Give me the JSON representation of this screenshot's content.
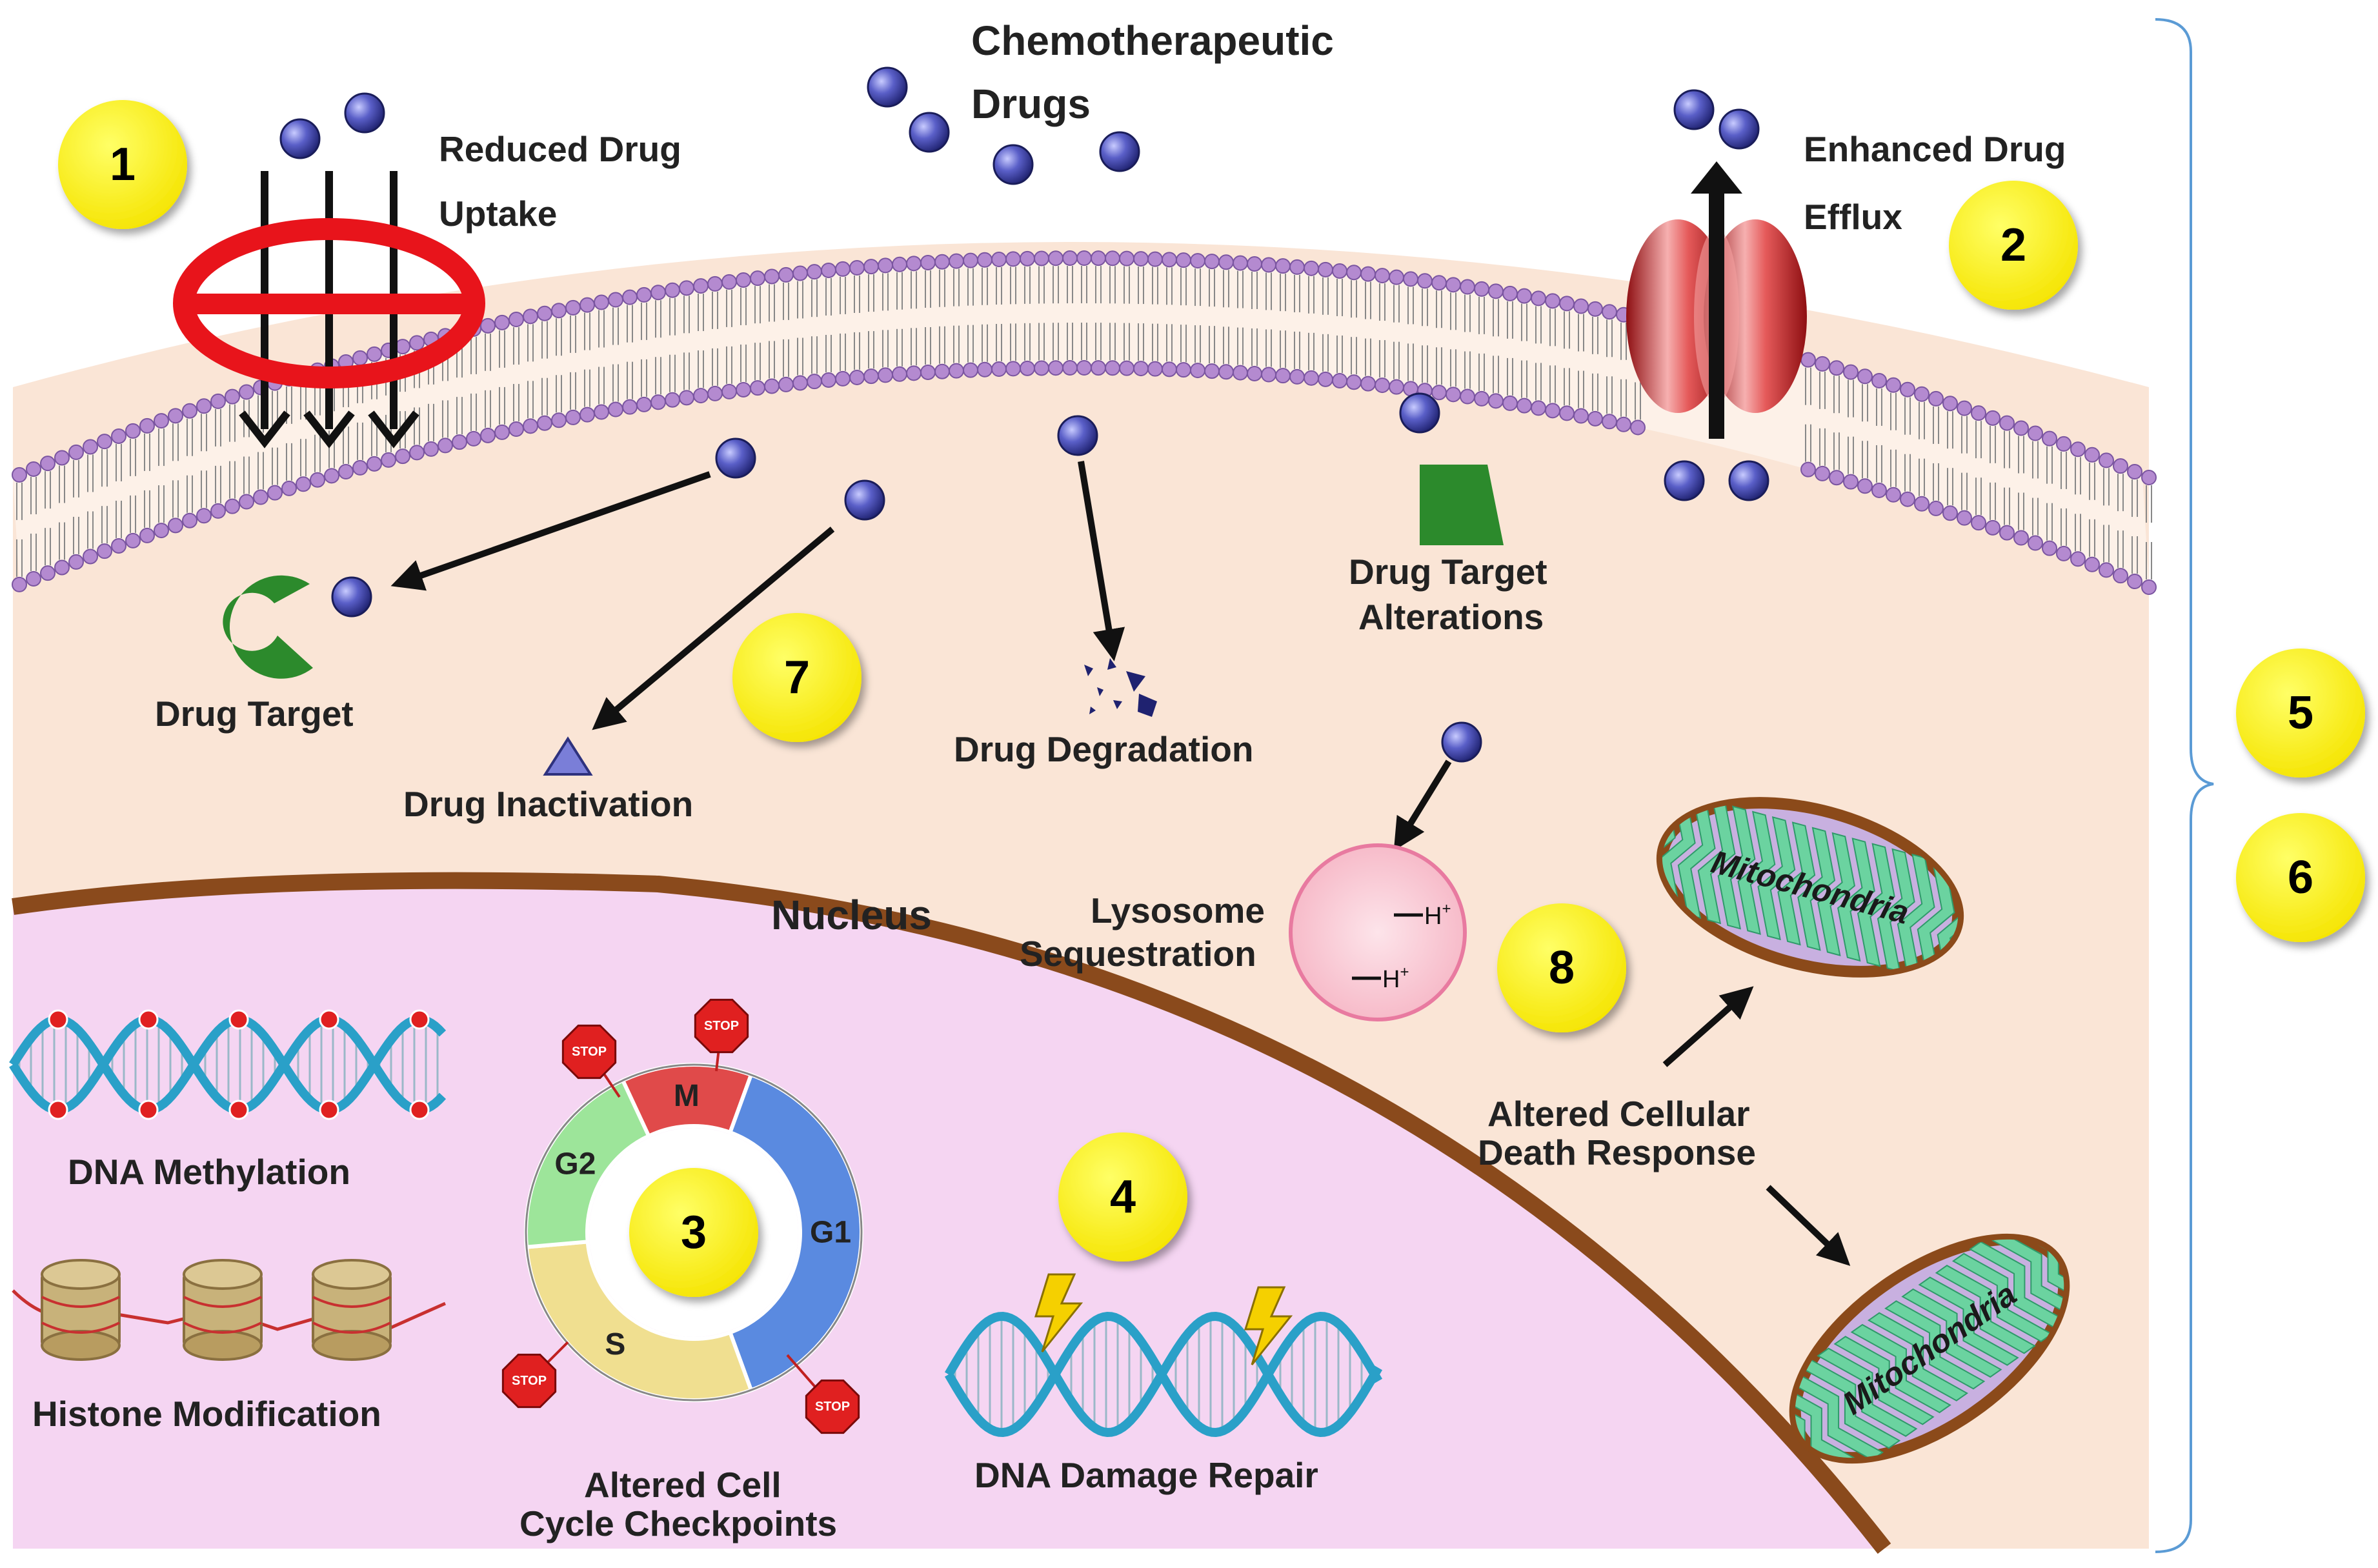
{
  "labels": {
    "chemo_line1": "Chemotherapeutic",
    "chemo_line2": "Drugs",
    "reduced_line1": "Reduced Drug",
    "reduced_line2": "Uptake",
    "enhanced_line1": "Enhanced Drug",
    "enhanced_line2": "Efflux",
    "drug_target": "Drug Target",
    "drug_inactivation": "Drug Inactivation",
    "drug_degradation": "Drug Degradation",
    "target_alt_line1": "Drug Target",
    "target_alt_line2": "Alterations",
    "lysosome_line1": "Lysosome",
    "lysosome_line2": "Sequestration",
    "hplus": "H",
    "hplus_sup": "+",
    "nucleus": "Nucleus",
    "mitochondria": "Mitochondria",
    "death_line1": "Altered Cellular",
    "death_line2": "Death Response",
    "dna_methylation": "DNA Methylation",
    "histone_modification": "Histone Modification",
    "cell_cycle_line1": "Altered Cell",
    "cell_cycle_line2": "Cycle Checkpoints",
    "dna_damage_repair": "DNA Damage Repair",
    "stop": "STOP"
  },
  "cell_cycle_phases": [
    "M",
    "G1",
    "S",
    "G2"
  ],
  "markers": [
    "1",
    "2",
    "3",
    "4",
    "5",
    "6",
    "7",
    "8"
  ],
  "icons": {
    "drug": "drug-molecule-icon",
    "membrane": "lipid-bilayer",
    "transporter": "efflux-pump-icon",
    "blocked_channel": "blocked-channel-icon",
    "lightning": "lightning-icon",
    "stop_sign": "stop-sign-icon"
  },
  "colors": {
    "cytoplasm": "#fae5d6",
    "nucleus": "#f5d5f2",
    "nuclear_envelope": "#8a4a1c",
    "membrane_head": "#b48ad0",
    "drug": "#3b3f9e",
    "marker_fill": "#fff200",
    "block_red": "#e8141b",
    "target_green": "#2c8a2c",
    "dna": "#2aa0c8",
    "mito_outer": "#8b4a1a",
    "mito_inner": "#6bd3a0",
    "cycle_M": "#e04a4a",
    "cycle_G1": "#5a8ae0",
    "cycle_S": "#f0df90",
    "cycle_G2": "#9de59a",
    "bracket": "#5b9bd5"
  }
}
